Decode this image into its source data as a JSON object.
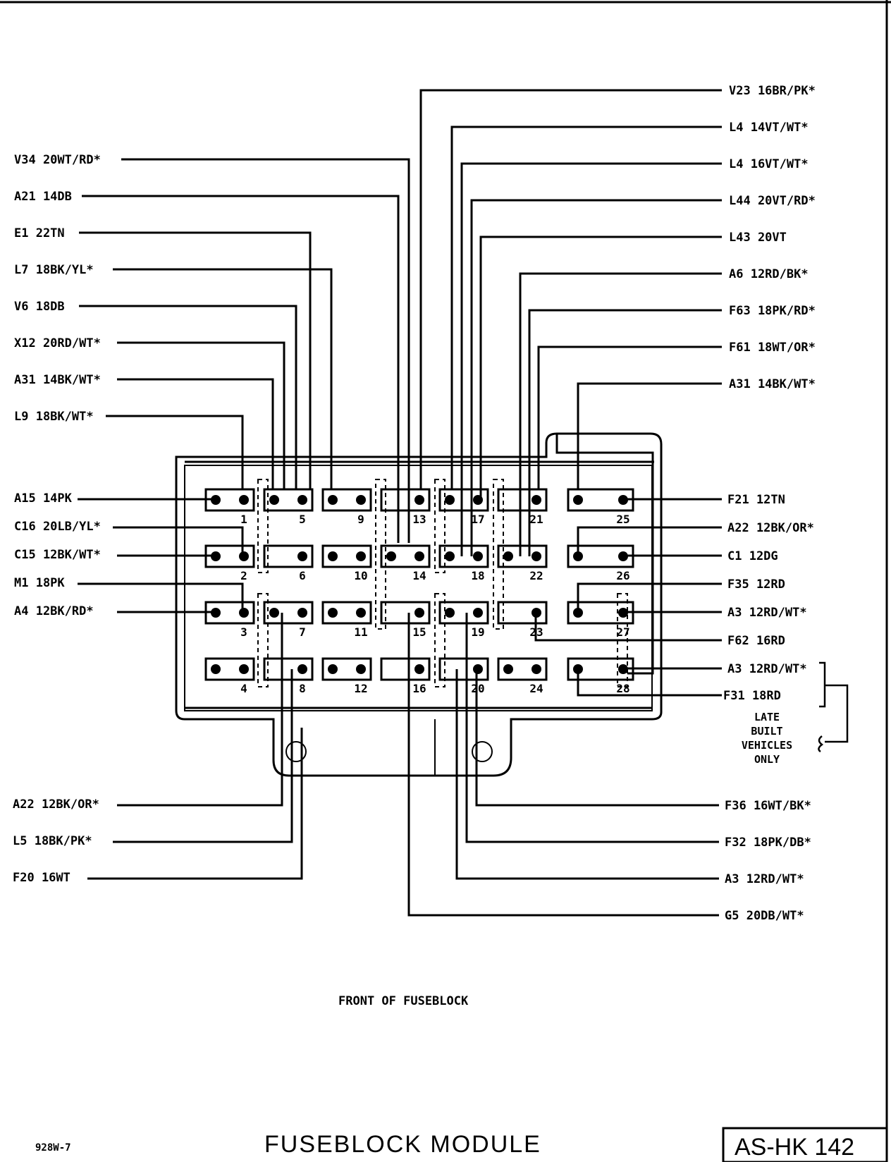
{
  "title": "FUSEBLOCK MODULE",
  "caption": "FRONT OF FUSEBLOCK",
  "drawing_code": "928W-7",
  "page_id": "AS-HK 142",
  "note_lines": [
    "LATE",
    "BUILT",
    "VEHICLES",
    "ONLY"
  ],
  "slot_numbers": [
    "1",
    "2",
    "3",
    "4",
    "5",
    "6",
    "7",
    "8",
    "9",
    "10",
    "11",
    "12",
    "13",
    "14",
    "15",
    "16",
    "17",
    "18",
    "19",
    "20",
    "21",
    "22",
    "23",
    "24",
    "25",
    "26",
    "27",
    "28"
  ],
  "left_top_wires": [
    "V34 20WT/RD*",
    "A21 14DB",
    "E1 22TN",
    "L7 18BK/YL*",
    "V6 18DB",
    "X12 20RD/WT*",
    "A31 14BK/WT*",
    "L9 18BK/WT*"
  ],
  "left_mid_wires": [
    "A15 14PK",
    "C16 20LB/YL*",
    "C15 12BK/WT*",
    "M1 18PK",
    "A4 12BK/RD*"
  ],
  "left_bottom_wires": [
    "A22 12BK/OR*",
    "L5 18BK/PK*",
    "F20 16WT"
  ],
  "right_top_wires": [
    "V23 16BR/PK*",
    "L4 14VT/WT*",
    "L4 16VT/WT*",
    "L44 20VT/RD*",
    "L43 20VT",
    "A6 12RD/BK*",
    "F63 18PK/RD*",
    "F61 18WT/OR*",
    "A31 14BK/WT*"
  ],
  "right_mid_wires": [
    "F21 12TN",
    "A22 12BK/OR*",
    "C1 12DG",
    "F35 12RD",
    "A3 12RD/WT*",
    "F62 16RD",
    "A3 12RD/WT*",
    "F31 18RD"
  ],
  "right_bottom_wires": [
    "F36 16WT/BK*",
    "F32 18PK/DB*",
    "A3 12RD/WT*",
    "G5 20DB/WT*"
  ]
}
